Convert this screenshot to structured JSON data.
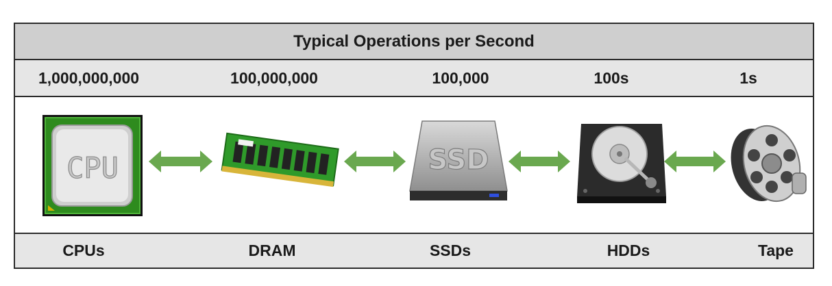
{
  "title": "Typical Operations per Second",
  "tiers": [
    {
      "ops": "1,000,000,000",
      "label": "CPUs",
      "icon": "cpu-chip-icon"
    },
    {
      "ops": "100,000,000",
      "label": "DRAM",
      "icon": "dram-module-icon"
    },
    {
      "ops": "100,000",
      "label": "SSDs",
      "icon": "ssd-drive-icon"
    },
    {
      "ops": "100s",
      "label": "HDDs",
      "icon": "hard-disk-icon"
    },
    {
      "ops": "1s",
      "label": "Tape",
      "icon": "tape-reel-icon"
    }
  ],
  "icon_text": {
    "cpu": "CPU",
    "ssd": "SSD"
  },
  "colors": {
    "arrow": "#6aa84f",
    "cpu_green": "#2e8b1e",
    "header_bg": "#cfcfcf",
    "row_bg": "#e6e6e6"
  }
}
